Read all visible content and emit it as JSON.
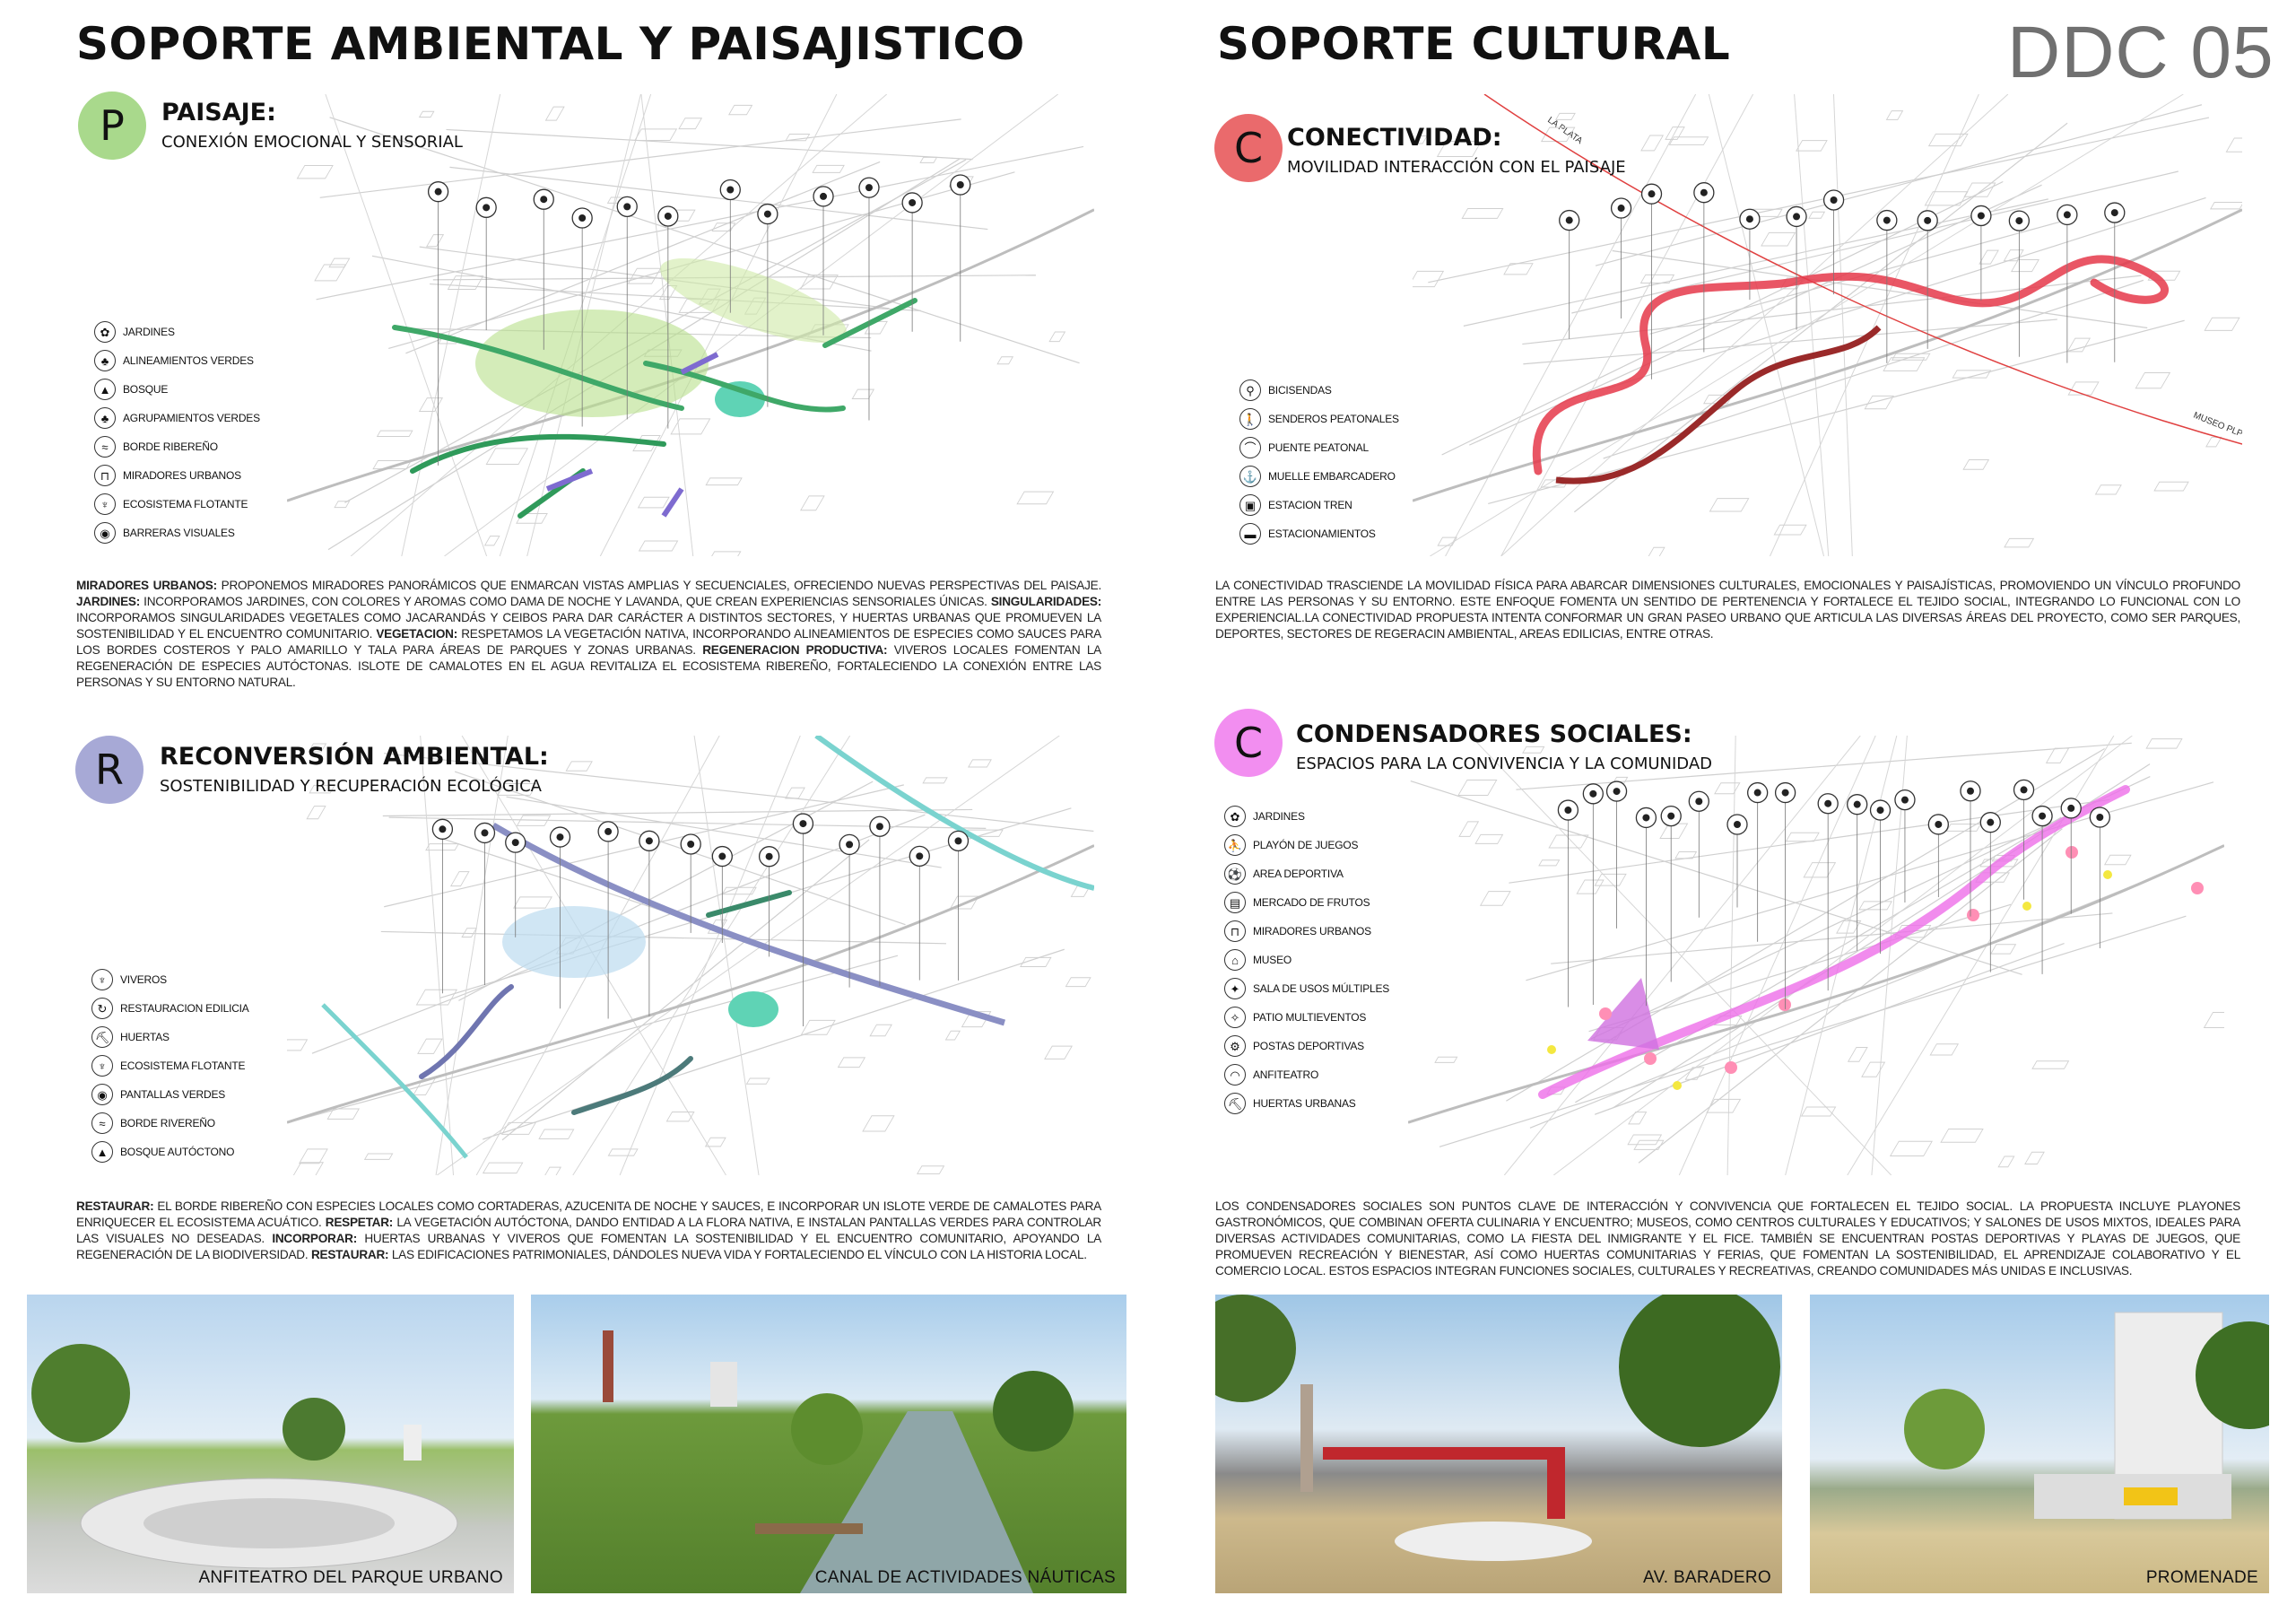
{
  "header": {
    "left_title": "SOPORTE AMBIENTAL Y PAISAJISTICO",
    "right_title": "SOPORTE CULTURAL",
    "sheet_code": "DDC 05"
  },
  "colors": {
    "paisaje": "#a9d98c",
    "conectividad": "#ea6a6c",
    "reconversion": "#a7a9d6",
    "condensadores": "#f28ef0"
  },
  "paisaje": {
    "letter": "P",
    "title": "PAISAJE:",
    "subtitle": "CONEXIÓN EMOCIONAL Y SENSORIAL",
    "legend": [
      {
        "icon": "flower-icon",
        "glyph": "✿",
        "label": "JARDINES"
      },
      {
        "icon": "tree-row-icon",
        "glyph": "♣",
        "label": "ALINEAMIENTOS VERDES"
      },
      {
        "icon": "forest-icon",
        "glyph": "▲",
        "label": "BOSQUE"
      },
      {
        "icon": "tree-group-icon",
        "glyph": "♣",
        "label": "AGRUPAMIENTOS VERDES"
      },
      {
        "icon": "river-icon",
        "glyph": "≈",
        "label": "BORDE RIBEREÑO"
      },
      {
        "icon": "viewpoint-icon",
        "glyph": "⊓",
        "label": "MIRADORES URBANOS"
      },
      {
        "icon": "floating-plant-icon",
        "glyph": "♆",
        "label": "ECOSISTEMA FLOTANTE"
      },
      {
        "icon": "eye-barrier-icon",
        "glyph": "◉",
        "label": "BARRERAS VISUALES"
      }
    ],
    "text": [
      {
        "b": "MIRADORES URBANOS:",
        "t": " PROPONEMOS MIRADORES PANORÁMICOS QUE ENMARCAN VISTAS AMPLIAS Y SECUENCIALES, OFRECIENDO NUEVAS PERSPECTIVAS DEL PAISAJE. "
      },
      {
        "b": "JARDINES:",
        "t": " INCORPORAMOS JARDINES, CON COLORES Y AROMAS COMO DAMA DE NOCHE Y LAVANDA, QUE CREAN EXPERIENCIAS SENSORIALES ÚNICAS. "
      },
      {
        "b": "SINGULARIDADES:",
        "t": " INCORPORAMOS SINGULARIDADES VEGETALES COMO JACARANDÁS Y CEIBOS PARA DAR CARÁCTER A DISTINTOS SECTORES, Y HUERTAS URBANAS QUE PROMUEVEN LA SOSTENIBILIDAD Y EL ENCUENTRO COMUNITARIO. "
      },
      {
        "b": "VEGETACION:",
        "t": " RESPETAMOS LA VEGETACIÓN NATIVA, INCORPORANDO ALINEAMIENTOS DE ESPECIES COMO SAUCES PARA LOS BORDES COSTEROS Y PALO AMARILLO Y TALA PARA ÁREAS DE PARQUES Y ZONAS URBANAS. "
      },
      {
        "b": "REGENERACION PRODUCTIVA:",
        "t": " VIVEROS LOCALES FOMENTAN LA REGENERACIÓN DE ESPECIES AUTÓCTONAS. ISLOTE DE CAMALOTES EN EL AGUA REVITALIZA EL ECOSISTEMA RIBEREÑO, FORTALECIENDO LA CONEXIÓN ENTRE LAS PERSONAS Y SU ENTORNO NATURAL."
      }
    ]
  },
  "conectividad": {
    "letter": "C",
    "title": "CONECTIVIDAD:",
    "subtitle": "MOVILIDAD INTERACCIÓN CON EL PAISAJE",
    "map_labels": {
      "north": "LA PLATA",
      "east": "MUSEO PLP"
    },
    "legend": [
      {
        "icon": "bicycle-icon",
        "glyph": "⚲",
        "label": "BICISENDAS"
      },
      {
        "icon": "pedestrian-icon",
        "glyph": "🚶",
        "label": "SENDEROS PEATONALES"
      },
      {
        "icon": "footbridge-icon",
        "glyph": "⌒",
        "label": "PUENTE PEATONAL"
      },
      {
        "icon": "boat-dock-icon",
        "glyph": "⚓",
        "label": "MUELLE EMBARCADERO"
      },
      {
        "icon": "train-icon",
        "glyph": "▣",
        "label": "ESTACION TREN"
      },
      {
        "icon": "car-icon",
        "glyph": "▬",
        "label": "ESTACIONAMIENTOS"
      }
    ],
    "text": "LA CONECTIVIDAD TRASCIENDE LA MOVILIDAD FÍSICA PARA ABARCAR DIMENSIONES CULTURALES, EMOCIONALES Y PAISAJÍSTICAS, PROMOVIENDO UN VÍNCULO PROFUNDO ENTRE LAS PERSONAS Y SU ENTORNO. ESTE ENFOQUE FOMENTA UN SENTIDO DE PERTENENCIA Y FORTALECE EL TEJIDO SOCIAL, INTEGRANDO LO FUNCIONAL CON LO EXPERIENCIAL.LA CONECTIVIDAD PROPUESTA INTENTA CONFORMAR UN GRAN PASEO URBANO QUE ARTICULA LAS DIVERSAS ÁREAS DEL PROYECTO, COMO SER PARQUES, DEPORTES, SECTORES DE REGERACIN AMBIENTAL, AREAS EDILICIAS, ENTRE OTRAS."
  },
  "reconversion": {
    "letter": "R",
    "title": "RECONVERSIÓN AMBIENTAL:",
    "subtitle": "SOSTENIBILIDAD Y RECUPERACIÓN ECOLÓGICA",
    "legend": [
      {
        "icon": "nursery-icon",
        "glyph": "♆",
        "label": "VIVEROS"
      },
      {
        "icon": "restoration-icon",
        "glyph": "↻",
        "label": "RESTAURACION EDILICIA"
      },
      {
        "icon": "garden-plot-icon",
        "glyph": "⛏",
        "label": "HUERTAS"
      },
      {
        "icon": "floating-plant-icon",
        "glyph": "♆",
        "label": "ECOSISTEMA FLOTANTE"
      },
      {
        "icon": "eye-screen-icon",
        "glyph": "◉",
        "label": "PANTALLAS VERDES"
      },
      {
        "icon": "river-icon",
        "glyph": "≈",
        "label": "BORDE RIVEREÑO"
      },
      {
        "icon": "forest-icon",
        "glyph": "▲",
        "label": "BOSQUE AUTÓCTONO"
      }
    ],
    "text": [
      {
        "b": "RESTAURAR:",
        "t": " EL BORDE RIBEREÑO CON ESPECIES LOCALES COMO CORTADERAS, AZUCENITA DE NOCHE Y SAUCES, E INCORPORAR UN ISLOTE VERDE DE CAMALOTES PARA ENRIQUECER EL ECOSISTEMA ACUÁTICO. "
      },
      {
        "b": "RESPETAR:",
        "t": " LA VEGETACIÓN AUTÓCTONA, DANDO ENTIDAD A LA FLORA NATIVA, E INSTALAN PANTALLAS VERDES PARA CONTROLAR LAS VISUALES NO DESEADAS. "
      },
      {
        "b": "INCORPORAR:",
        "t": " HUERTAS URBANAS Y VIVEROS QUE FOMENTAN LA SOSTENIBILIDAD Y EL ENCUENTRO COMUNITARIO, APOYANDO LA REGENERACIÓN DE LA BIODIVERSIDAD. "
      },
      {
        "b": "RESTAURAR:",
        "t": " LAS EDIFICACIONES PATRIMONIALES, DÁNDOLES NUEVA VIDA Y FORTALECIENDO EL VÍNCULO CON LA HISTORIA LOCAL."
      }
    ]
  },
  "condensadores": {
    "letter": "C",
    "title": "CONDENSADORES SOCIALES:",
    "subtitle": "ESPACIOS PARA LA CONVIVENCIA Y LA COMUNIDAD",
    "legend": [
      {
        "icon": "flower-icon",
        "glyph": "✿",
        "label": "JARDINES"
      },
      {
        "icon": "playground-icon",
        "glyph": "⛹",
        "label": "PLAYÓN DE JUEGOS"
      },
      {
        "icon": "sports-icon",
        "glyph": "⚽",
        "label": "AREA DEPORTIVA"
      },
      {
        "icon": "market-icon",
        "glyph": "▤",
        "label": "MERCADO DE FRUTOS"
      },
      {
        "icon": "viewpoint-icon",
        "glyph": "⊓",
        "label": "MIRADORES URBANOS"
      },
      {
        "icon": "museum-icon",
        "glyph": "⌂",
        "label": "MUSEO"
      },
      {
        "icon": "multipurpose-icon",
        "glyph": "✦",
        "label": "SALA DE USOS MÚLTIPLES"
      },
      {
        "icon": "patio-icon",
        "glyph": "✧",
        "label": "PATIO MULTIEVENTOS"
      },
      {
        "icon": "sport-station-icon",
        "glyph": "⚙",
        "label": "POSTAS DEPORTIVAS"
      },
      {
        "icon": "amphitheater-icon",
        "glyph": "◠",
        "label": "ANFITEATRO"
      },
      {
        "icon": "garden-plot-icon",
        "glyph": "⛏",
        "label": "HUERTAS URBANAS"
      }
    ],
    "text": "LOS CONDENSADORES SOCIALES SON PUNTOS CLAVE DE INTERACCIÓN Y CONVIVENCIA QUE FORTALECEN EL TEJIDO SOCIAL. LA PROPUESTA INCLUYE PLAYONES GASTRONÓMICOS, QUE COMBINAN OFERTA CULINARIA Y ENCUENTRO; MUSEOS, COMO CENTROS CULTURALES Y EDUCATIVOS; Y SALONES DE USOS MIXTOS, IDEALES PARA DIVERSAS ACTIVIDADES COMUNITARIAS, COMO LA FIESTA DEL INMIGRANTE Y EL FICE.  TAMBIÉN SE ENCUENTRAN POSTAS DEPORTIVAS Y PLAYAS DE JUEGOS, QUE PROMUEVEN RECREACIÓN Y BIENESTAR, ASÍ COMO HUERTAS COMUNITARIAS Y FERIAS, QUE FOMENTAN LA SOSTENIBILIDAD, EL APRENDIZAJE COLABORATIVO Y EL COMERCIO LOCAL. ESTOS ESPACIOS INTEGRAN FUNCIONES SOCIALES, CULTURALES Y RECREATIVAS, CREANDO COMUNIDADES MÁS UNIDAS E INCLUSIVAS."
  },
  "photos": [
    {
      "caption": "ANFITEATRO DEL PARQUE URBANO"
    },
    {
      "caption": "CANAL DE ACTIVIDADES NÁUTICAS"
    },
    {
      "caption": "AV. BARADERO"
    },
    {
      "caption": "PROMENADE"
    }
  ]
}
